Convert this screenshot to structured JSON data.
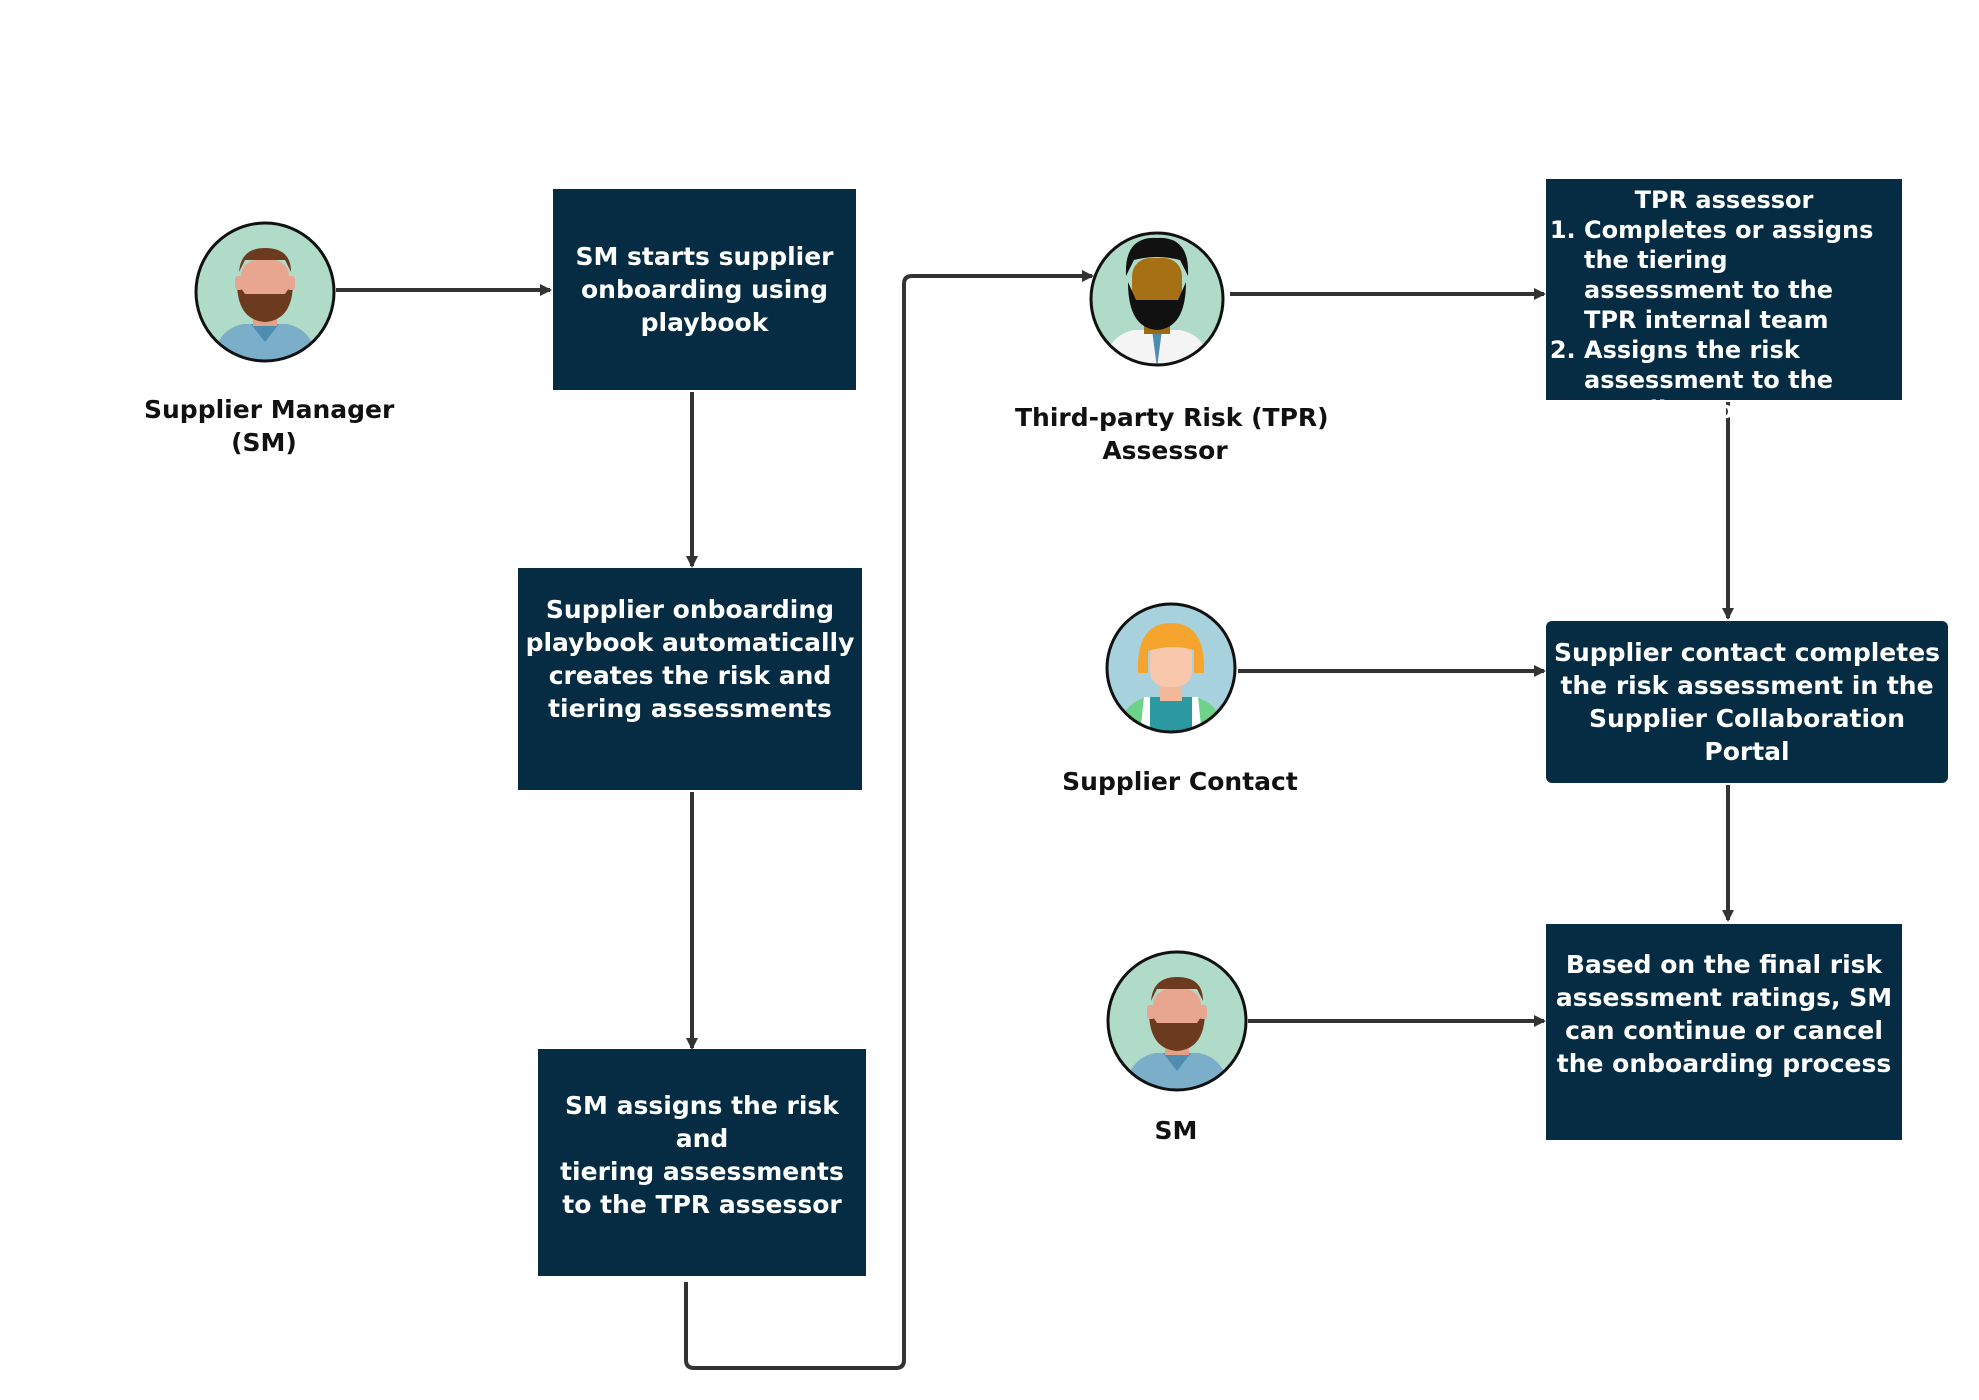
{
  "colors": {
    "box_fill": "#052c43",
    "box_text": "#ffffff",
    "arrow": "#333333",
    "avatar_ring": "#111111"
  },
  "actors": {
    "supplier_manager": {
      "label_line1": "Supplier Manager",
      "label_line2": "(SM)",
      "icon": "bearded-man-avatar-icon"
    },
    "tpr_assessor": {
      "label_line1": "Third-party Risk (TPR)",
      "label_line2": "Assessor",
      "icon": "bearded-man-dark-skin-avatar-icon"
    },
    "supplier_contact": {
      "label": "Supplier Contact",
      "icon": "woman-avatar-icon"
    },
    "sm": {
      "label": "SM",
      "icon": "bearded-man-avatar-icon"
    }
  },
  "steps": {
    "start_onboarding": {
      "lines": [
        "SM starts supplier",
        "onboarding using",
        "playbook"
      ]
    },
    "auto_create": {
      "lines": [
        "Supplier onboarding",
        "playbook automatically",
        "creates the risk and",
        "tiering assessments"
      ]
    },
    "assign_to_tpr": {
      "lines": [
        "SM assigns the risk and",
        "tiering assessments",
        "to the TPR assessor"
      ]
    },
    "tpr_tasks": {
      "title": "TPR assessor",
      "items": [
        "Completes or assigns the tiering assessment to the TPR internal team",
        "Assigns the risk assessment to the supplier contact"
      ]
    },
    "contact_completes": {
      "lines": [
        "Supplier contact completes",
        "the risk assessment in the",
        "Supplier Collaboration Portal"
      ]
    },
    "final_decision": {
      "lines": [
        "Based on the final risk",
        "assessment ratings, SM",
        "can continue or cancel",
        "the onboarding process"
      ]
    }
  }
}
